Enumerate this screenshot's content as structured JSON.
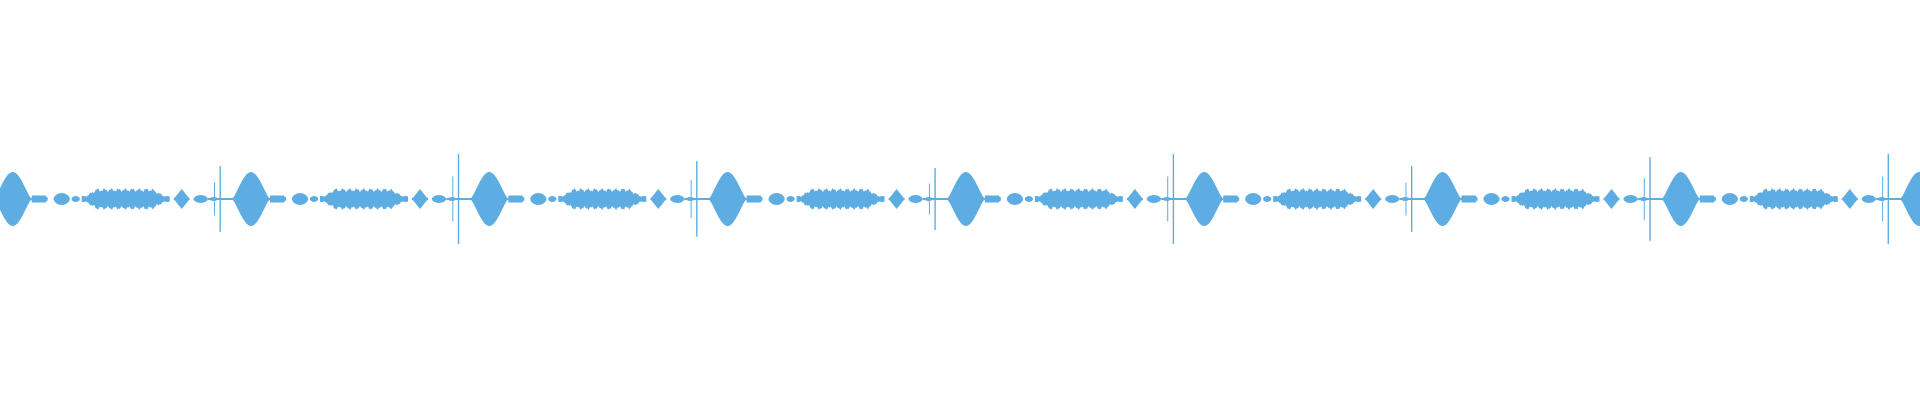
{
  "waveform": {
    "color": "#5DADE2",
    "background": "#FFFFFF",
    "repeating_cycles": 8,
    "click_spike_relative_amplitudes": [
      0.73,
      1.0,
      0.84,
      0.69,
      1.0,
      0.73,
      0.93,
      1.0
    ]
  }
}
